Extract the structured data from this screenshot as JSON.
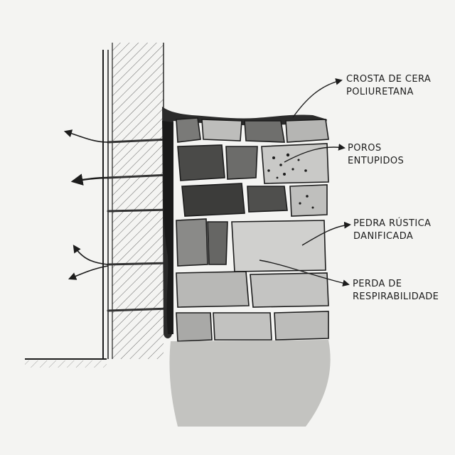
{
  "labels": {
    "crosta": {
      "line1": "CROSTA DE CERA",
      "line2": "POLIURETANA"
    },
    "poros": {
      "line1": "POROS",
      "line2": "ENTUPIDOS"
    },
    "pedra": {
      "line1": "PEDRA RÚSTICA",
      "line2": "DANIFICADA"
    },
    "perda": {
      "line1": "PERDA DE",
      "line2": "RESPIRABILIDADE"
    }
  },
  "colors": {
    "paper": "#f4f4f2",
    "ink": "#1c1c1c",
    "wax": "#3a3a3a",
    "stone_light": "#d9d9d7",
    "stone_mid": "#9a9a98"
  }
}
